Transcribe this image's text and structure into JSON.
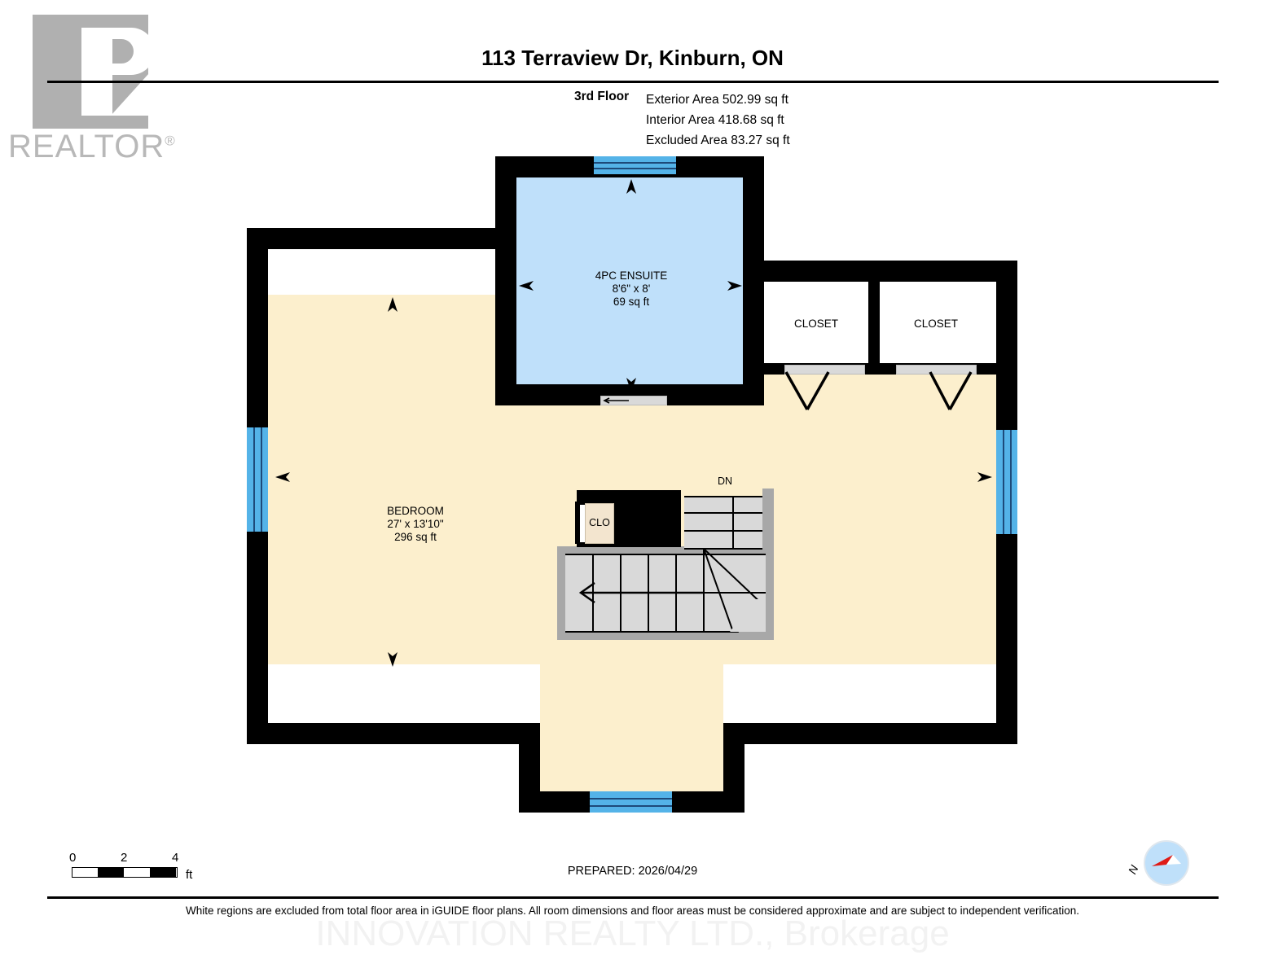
{
  "logo": {
    "letter": "R",
    "word": "REALTOR",
    "registered": "®",
    "name": "realtor-logo"
  },
  "header": {
    "title": "113 Terraview Dr, Kinburn, ON",
    "floor_label": "3rd Floor",
    "areas": [
      "Exterior Area 502.99 sq ft",
      "Interior Area 418.68 sq ft",
      "Excluded Area 83.27 sq ft"
    ]
  },
  "rooms": {
    "ensuite": {
      "name": "4PC ENSUITE",
      "dimensions": "8'6\" x 8'",
      "area": "69 sq ft"
    },
    "bedroom": {
      "name": "BEDROOM",
      "dimensions": "27' x 13'10\"",
      "area": "296 sq ft"
    },
    "closet_left": {
      "name": "CLOSET"
    },
    "closet_right": {
      "name": "CLOSET"
    },
    "stair_closet": {
      "name": "CLO"
    }
  },
  "annotations": {
    "stairs_direction": "DN"
  },
  "scale": {
    "ticks": [
      "0",
      "2",
      "4"
    ],
    "unit": "ft"
  },
  "compass": {
    "north_label": "N"
  },
  "footer": {
    "prepared": "PREPARED: 2026/04/29",
    "disclaimer": "White regions are excluded from total floor area in iGUIDE floor plans. All room dimensions and floor areas must be considered approximate and are subject to independent verification.",
    "watermark": "INNOVATION REALTY LTD., Brokerage"
  },
  "colors": {
    "wall": "#000000",
    "living_area": "#fcefcd",
    "excluded_area": "#ffffff",
    "bathroom": "#bfe0fa",
    "window": "#54b3e8",
    "stairs": "#d9d9d9",
    "logo_grey": "#b0b0b0"
  }
}
